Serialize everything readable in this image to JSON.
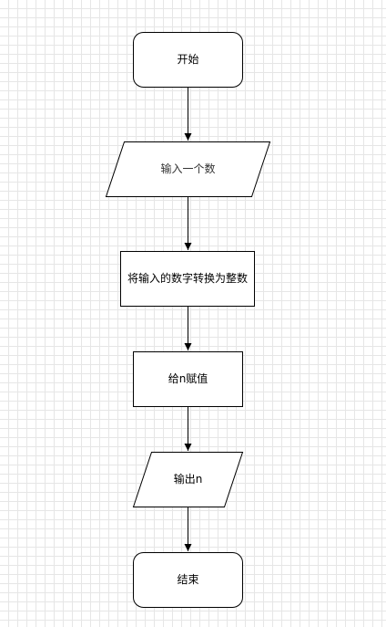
{
  "diagram": {
    "nodes": {
      "start": {
        "label": "开始",
        "shape": "rounded-rectangle"
      },
      "input_number": {
        "label": "输入一个数",
        "shape": "parallelogram"
      },
      "convert": {
        "label": "将输入的数字转换为整数",
        "shape": "rectangle"
      },
      "assign": {
        "label": "给n赋值",
        "shape": "rectangle"
      },
      "output": {
        "label": "输出n",
        "shape": "parallelogram"
      },
      "end": {
        "label": "结束",
        "shape": "rounded-rectangle"
      }
    },
    "edges": [
      {
        "from": "start",
        "to": "input_number"
      },
      {
        "from": "input_number",
        "to": "convert"
      },
      {
        "from": "convert",
        "to": "assign"
      },
      {
        "from": "assign",
        "to": "output"
      },
      {
        "from": "output",
        "to": "end"
      }
    ]
  }
}
